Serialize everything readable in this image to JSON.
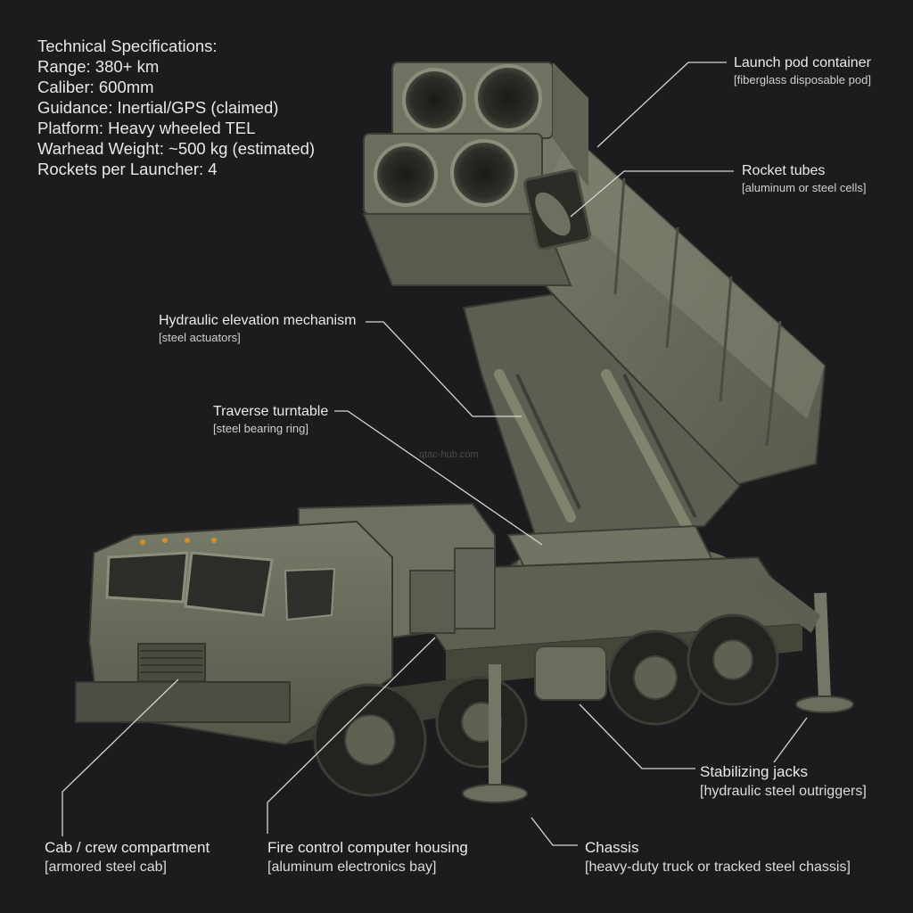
{
  "specs": {
    "heading": "Technical Specifications:",
    "lines": [
      "Range: 380+ km",
      "Caliber: 600mm",
      "Guidance: Inertial/GPS (claimed)",
      "Platform: Heavy wheeled TEL",
      "Warhead Weight: ~500 kg (estimated)",
      "Rockets per Launcher: 4"
    ]
  },
  "callouts": {
    "launch_pod": {
      "name": "Launch pod container",
      "detail": "[fiberglass disposable pod]"
    },
    "rocket_tubes": {
      "name": "Rocket tubes",
      "detail": "[aluminum or steel cells]"
    },
    "hydraulic": {
      "name": "Hydraulic elevation mechanism",
      "detail": "[steel actuators]"
    },
    "turntable": {
      "name": "Traverse turntable",
      "detail": "[steel bearing ring]"
    },
    "jacks": {
      "name": "Stabilizing jacks",
      "detail": "[hydraulic steel outriggers]"
    },
    "cab": {
      "name": "Cab / crew compartment",
      "detail": "[armored steel cab]"
    },
    "fire_control": {
      "name": "Fire control computer housing",
      "detail": "[aluminum electronics bay]"
    },
    "chassis": {
      "name": "Chassis",
      "detail": "[heavy-duty truck or tracked steel chassis]"
    }
  },
  "watermark": "qtac-hub.com",
  "colors": {
    "background": "#1c1c1e",
    "vehicle_body": "#6b6f5f",
    "vehicle_shade": "#4e5246",
    "vehicle_dark": "#33362f",
    "leader_line": "#d6d6d6"
  }
}
